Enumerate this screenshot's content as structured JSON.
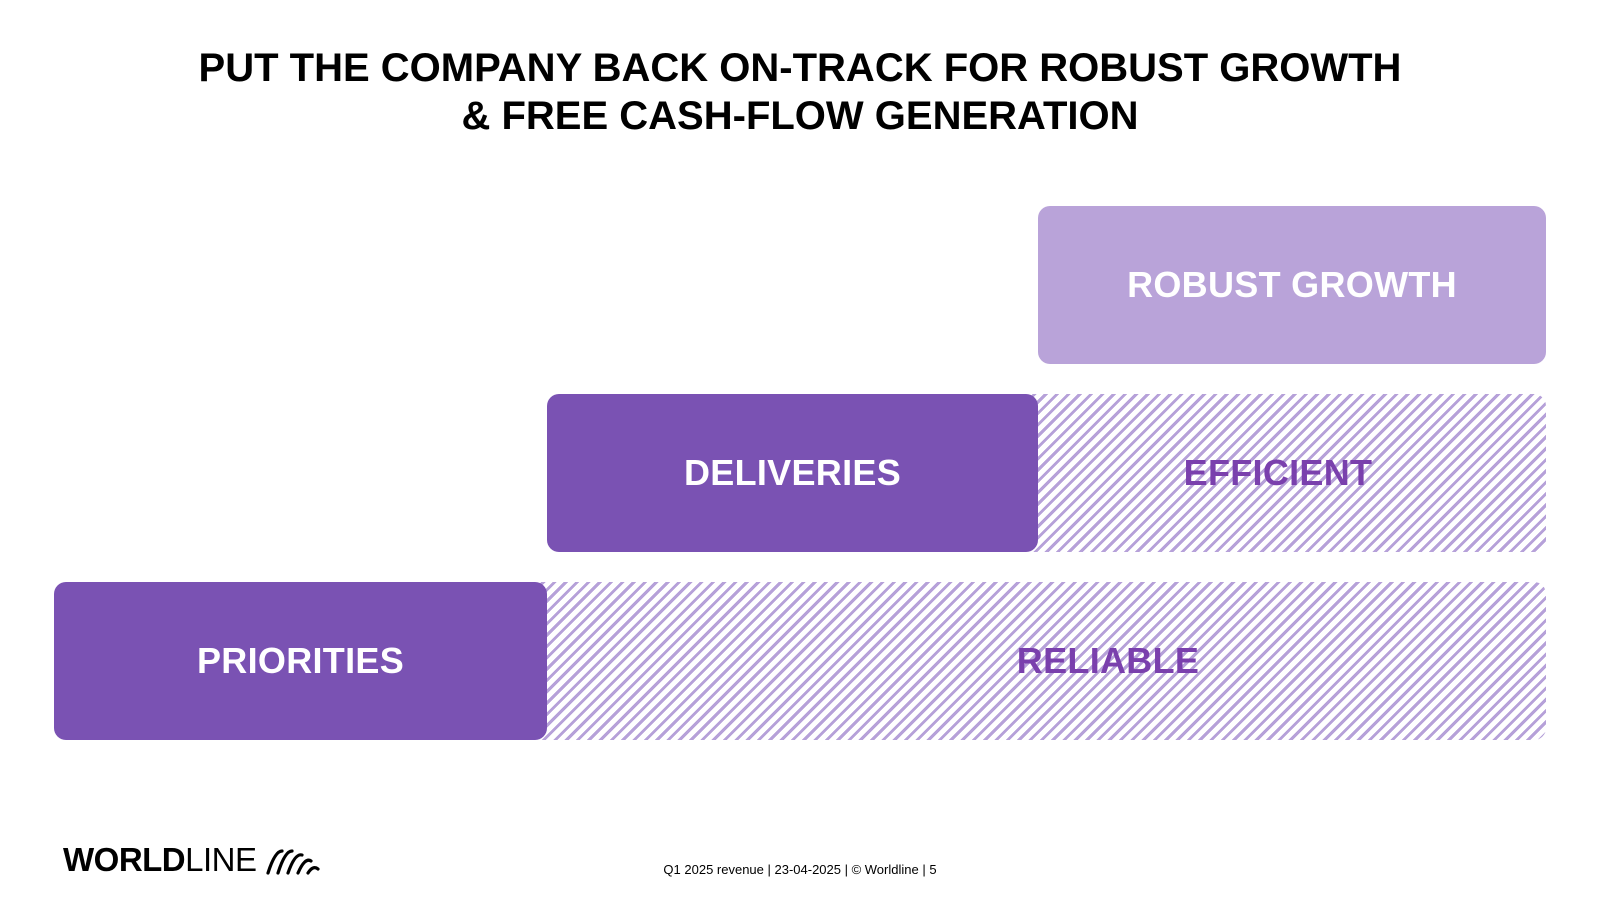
{
  "title": {
    "line1": "PUT THE COMPANY BACK ON-TRACK FOR ROBUST GROWTH",
    "line2": "& FREE CASH-FLOW GENERATION"
  },
  "blocks": {
    "robust_growth": "ROBUST GROWTH",
    "deliveries": "DELIVERIES",
    "efficient": "EFFICIENT",
    "priorities": "PRIORITIES",
    "reliable": "RELIABLE"
  },
  "colors": {
    "solid_purple": "#7a52b3",
    "light_purple": "#b9a3d9",
    "hatch_text": "#7a40ad"
  },
  "logo": {
    "bold": "WORLD",
    "light": "LINE",
    "icon": "worldline-waves-icon"
  },
  "footer": "Q1 2025 revenue | 23-04-2025 | © Worldline | 5"
}
